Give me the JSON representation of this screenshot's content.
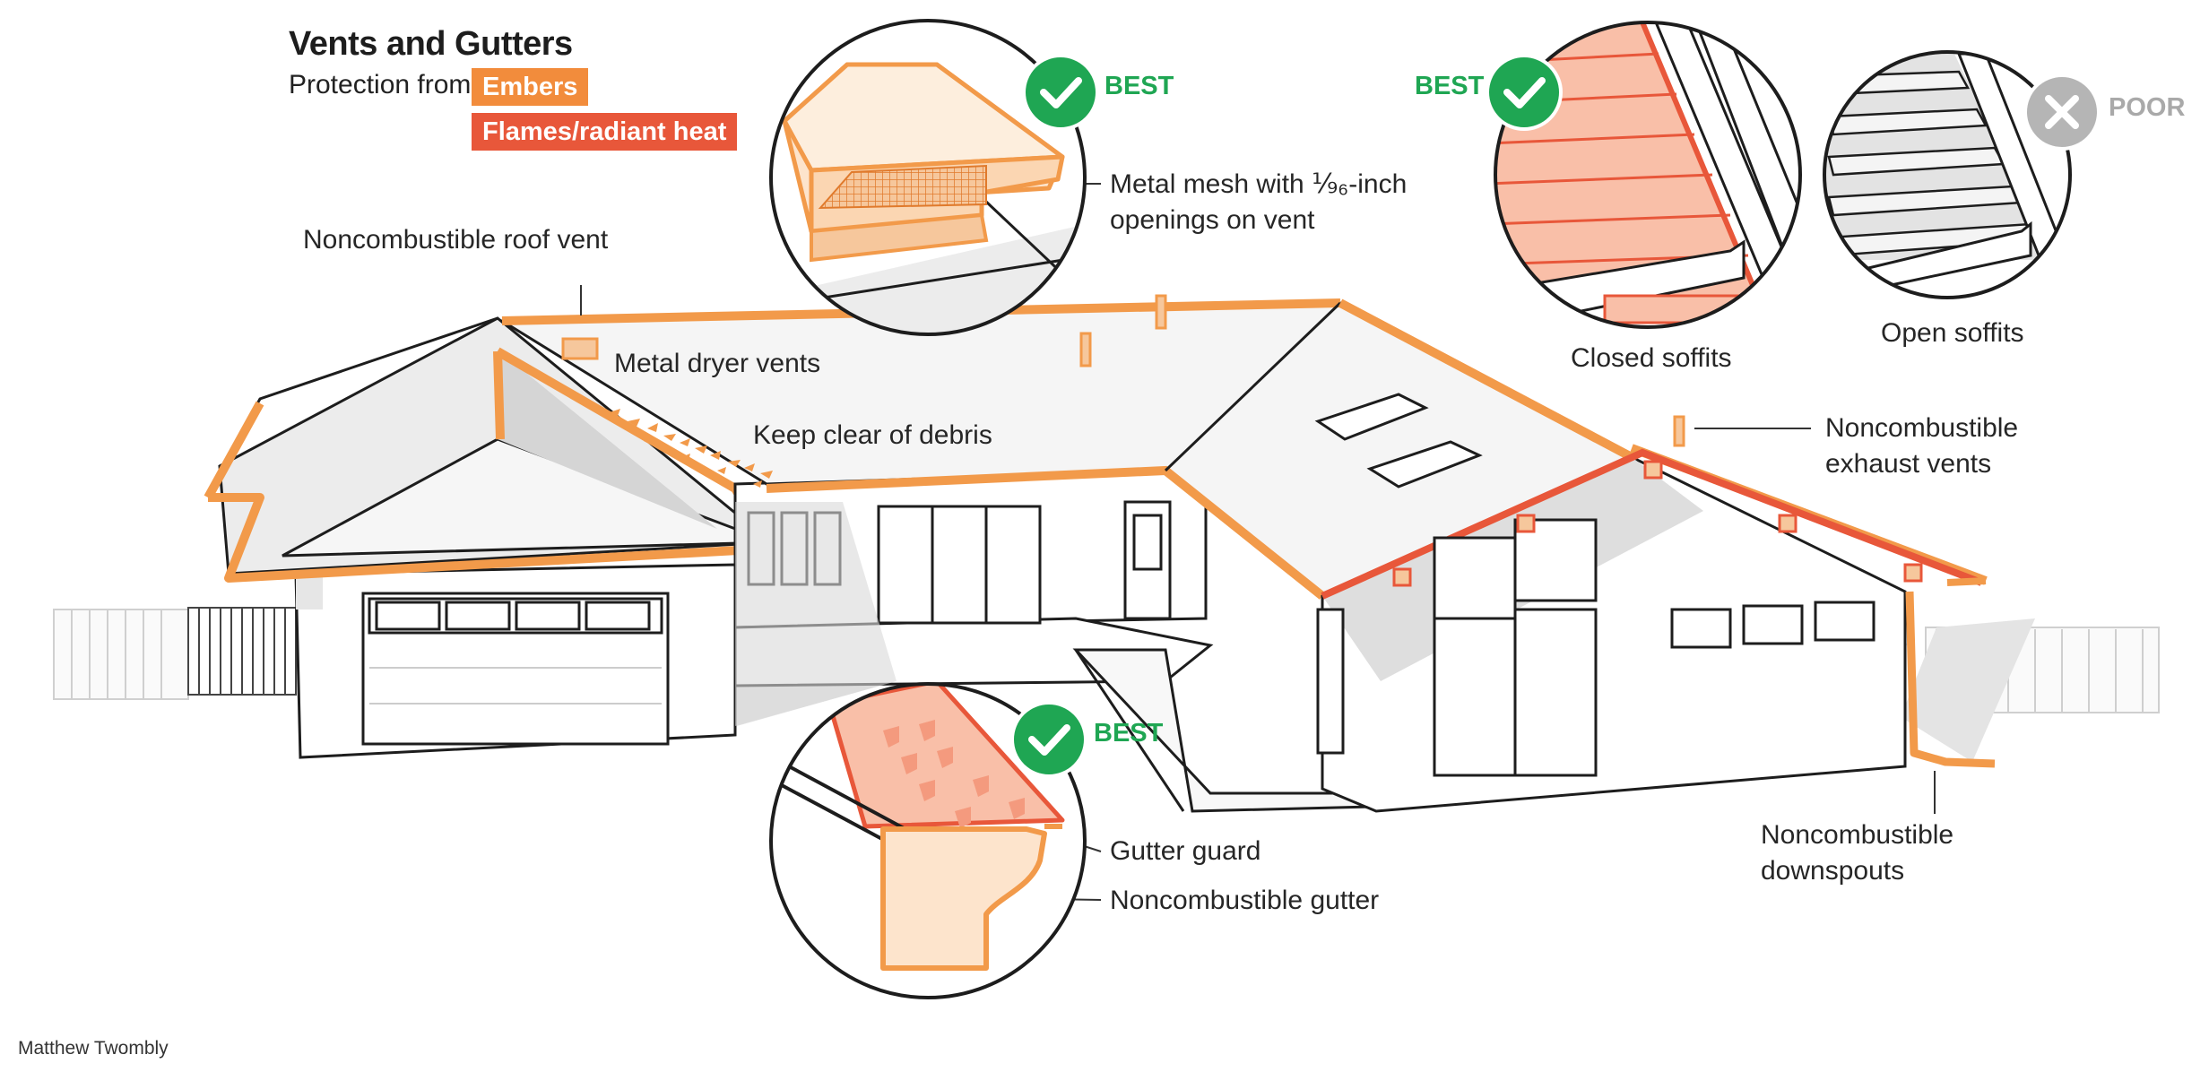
{
  "title": "Vents and Gutters",
  "legend": {
    "prefix": "Protection from",
    "embers": {
      "label": "Embers",
      "color": "#f28c3c"
    },
    "flames": {
      "label": "Flames/radiant heat",
      "color": "#e8573a"
    }
  },
  "labels": {
    "roof_vent": "Noncombustible roof vent",
    "dryer_vents": "Metal dryer vents",
    "debris": "Keep clear of debris",
    "mesh_line1": "Metal mesh with ⅑₆-inch",
    "mesh_line2": "openings on vent",
    "closed_soffits": "Closed soffits",
    "open_soffits": "Open soffits",
    "exhaust_line1": "Noncombustible",
    "exhaust_line2": "exhaust vents",
    "gutter_guard": "Gutter guard",
    "gutter": "Noncombustible gutter",
    "downspouts_line1": "Noncombustible",
    "downspouts_line2": "downspouts"
  },
  "ratings": {
    "vent": "BEST",
    "closed_soffits": "BEST",
    "gutter": "BEST",
    "open_soffits": "POOR"
  },
  "credit": "Matthew Twombly",
  "colors": {
    "best": "#1fa653",
    "poor": "#b5b5b5",
    "outline": "#1d1d1d",
    "roof": "#f5f5f5",
    "shadow": "#dcdcdc"
  }
}
